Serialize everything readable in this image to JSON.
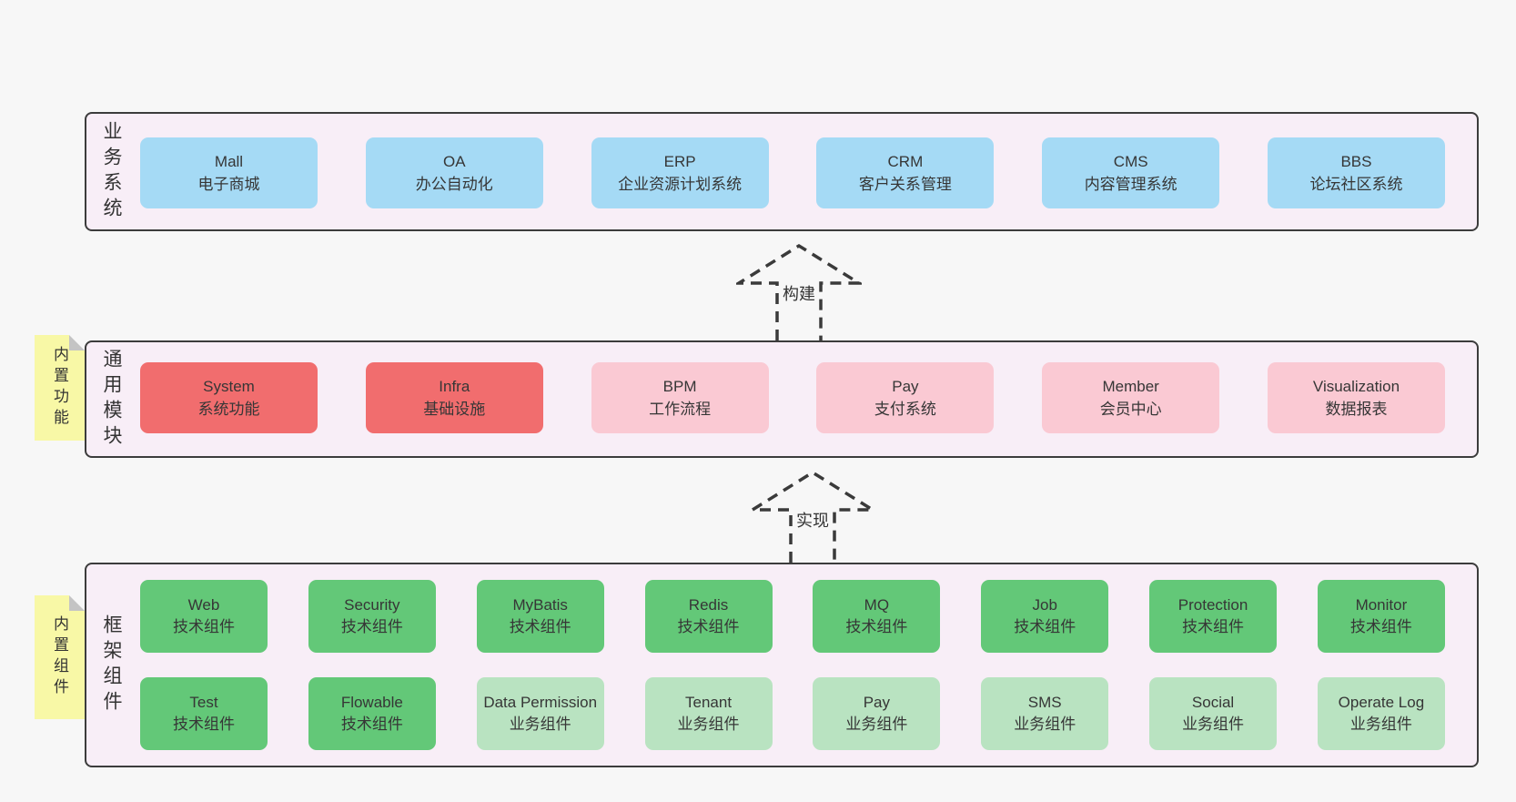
{
  "colors": {
    "page_bg": "#f7f7f7",
    "band_bg": "#f8eef7",
    "band_border": "#3c3c3c",
    "blue_box": "#a5daf5",
    "red_box": "#f16d6e",
    "pink_box": "#fac9d3",
    "green_box": "#63c878",
    "light_green_box": "#b9e3c1",
    "sticky_yellow": "#f8f8a6",
    "sticky_fold_gray": "#c4c4c4",
    "arrow_dash": "#3a3a3a",
    "text": "#333333"
  },
  "band1": {
    "label": "业务系统",
    "items": [
      {
        "name": "Mall",
        "desc": "电子商城"
      },
      {
        "name": "OA",
        "desc": "办公自动化"
      },
      {
        "name": "ERP",
        "desc": "企业资源计划系统"
      },
      {
        "name": "CRM",
        "desc": "客户关系管理"
      },
      {
        "name": "CMS",
        "desc": "内容管理系统"
      },
      {
        "name": "BBS",
        "desc": "论坛社区系统"
      }
    ]
  },
  "arrow1": {
    "label": "构建"
  },
  "band2": {
    "label": "通用模块",
    "sticky": "内置功能",
    "items": [
      {
        "name": "System",
        "desc": "系统功能"
      },
      {
        "name": "Infra",
        "desc": "基础设施"
      },
      {
        "name": "BPM",
        "desc": "工作流程"
      },
      {
        "name": "Pay",
        "desc": "支付系统"
      },
      {
        "name": "Member",
        "desc": "会员中心"
      },
      {
        "name": "Visualization",
        "desc": "数据报表"
      }
    ]
  },
  "arrow2": {
    "label": "实现"
  },
  "band3": {
    "label": "框架组件",
    "sticky": "内置组件",
    "row1": [
      {
        "name": "Web",
        "desc": "技术组件"
      },
      {
        "name": "Security",
        "desc": "技术组件"
      },
      {
        "name": "MyBatis",
        "desc": "技术组件"
      },
      {
        "name": "Redis",
        "desc": "技术组件"
      },
      {
        "name": "MQ",
        "desc": "技术组件"
      },
      {
        "name": "Job",
        "desc": "技术组件"
      },
      {
        "name": "Protection",
        "desc": "技术组件"
      },
      {
        "name": "Monitor",
        "desc": "技术组件"
      }
    ],
    "row2": [
      {
        "name": "Test",
        "desc": "技术组件"
      },
      {
        "name": "Flowable",
        "desc": "技术组件"
      },
      {
        "name": "Data Permission",
        "desc": "业务组件"
      },
      {
        "name": "Tenant",
        "desc": "业务组件"
      },
      {
        "name": "Pay",
        "desc": "业务组件"
      },
      {
        "name": "SMS",
        "desc": "业务组件"
      },
      {
        "name": "Social",
        "desc": "业务组件"
      },
      {
        "name": "Operate Log",
        "desc": "业务组件"
      }
    ]
  }
}
